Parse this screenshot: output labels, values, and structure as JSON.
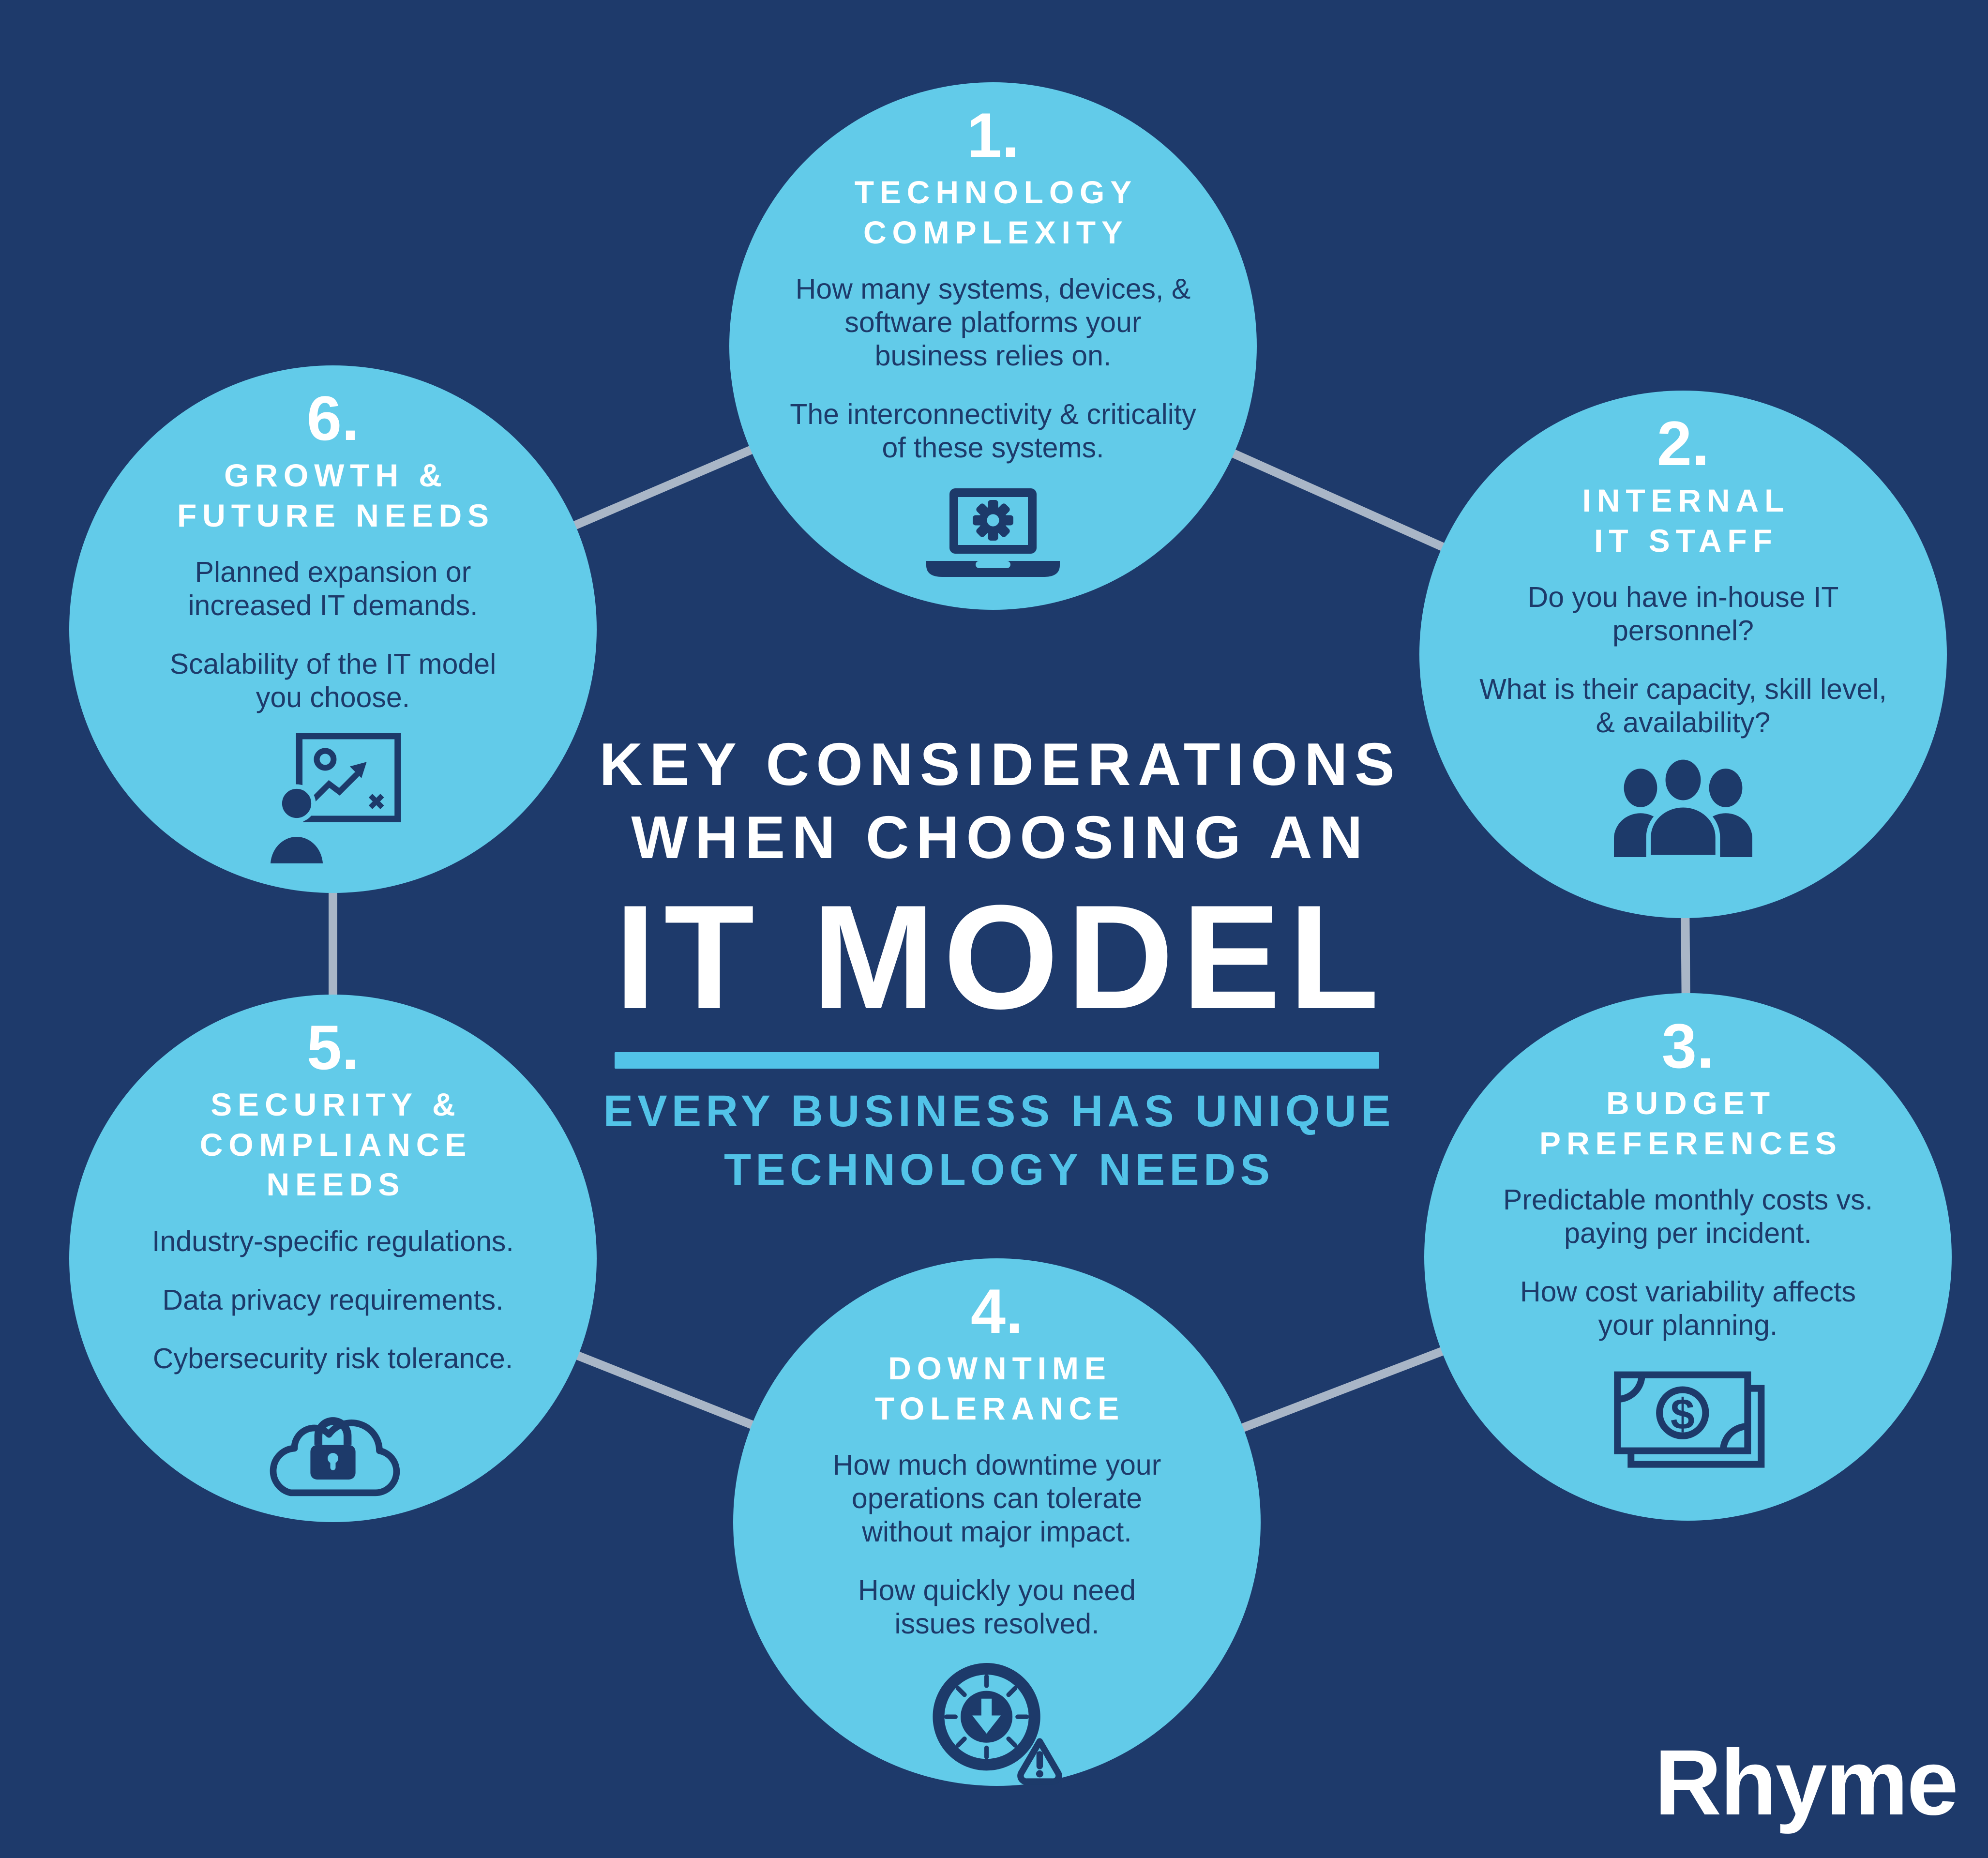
{
  "colors": {
    "navy": "#1E3A6B",
    "navy-text": "#1D3A6A",
    "circle": "#62CBE9",
    "accent": "#52C3E8",
    "connector": "#A9B6C7",
    "white": "#FFFFFF"
  },
  "title": {
    "line1": "KEY CONSIDERATIONS",
    "line2": "WHEN CHOOSING AN",
    "headline": "IT MODEL",
    "subtitle_line1": "EVERY BUSINESS HAS UNIQUE",
    "subtitle_line2": "TECHNOLOGY NEEDS"
  },
  "brand": {
    "logo_text": "Rhyme"
  },
  "circles": [
    {
      "number": "1.",
      "title_lines": [
        "TECHNOLOGY",
        "COMPLEXITY"
      ],
      "paragraphs": [
        "How many systems, devices, & software platforms your business relies on.",
        "The interconnectivity & criticality of these systems."
      ],
      "icon": "laptop-gear-icon"
    },
    {
      "number": "2.",
      "title_lines": [
        "INTERNAL",
        "IT STAFF"
      ],
      "paragraphs": [
        "Do you have in-house IT personnel?",
        "What is their capacity, skill level, & availability?"
      ],
      "icon": "people-group-icon"
    },
    {
      "number": "3.",
      "title_lines": [
        "BUDGET",
        "PREFERENCES"
      ],
      "paragraphs": [
        "Predictable monthly costs vs. paying per incident.",
        "How cost variability affects your planning."
      ],
      "icon": "money-bill-icon"
    },
    {
      "number": "4.",
      "title_lines": [
        "DOWNTIME",
        "TOLERANCE"
      ],
      "paragraphs": [
        "How much downtime your operations can tolerate without major impact.",
        "How quickly you need issues resolved."
      ],
      "icon": "downtime-gauge-icon"
    },
    {
      "number": "5.",
      "title_lines": [
        "SECURITY &",
        "COMPLIANCE",
        "NEEDS"
      ],
      "paragraphs": [
        "Industry-specific regulations.",
        "Data privacy requirements.",
        "Cybersecurity risk tolerance."
      ],
      "icon": "cloud-lock-icon"
    },
    {
      "number": "6.",
      "title_lines": [
        "GROWTH &",
        "FUTURE NEEDS"
      ],
      "paragraphs": [
        "Planned expansion or increased IT demands.",
        "Scalability of the IT model you choose."
      ],
      "icon": "growth-chart-icon"
    }
  ]
}
